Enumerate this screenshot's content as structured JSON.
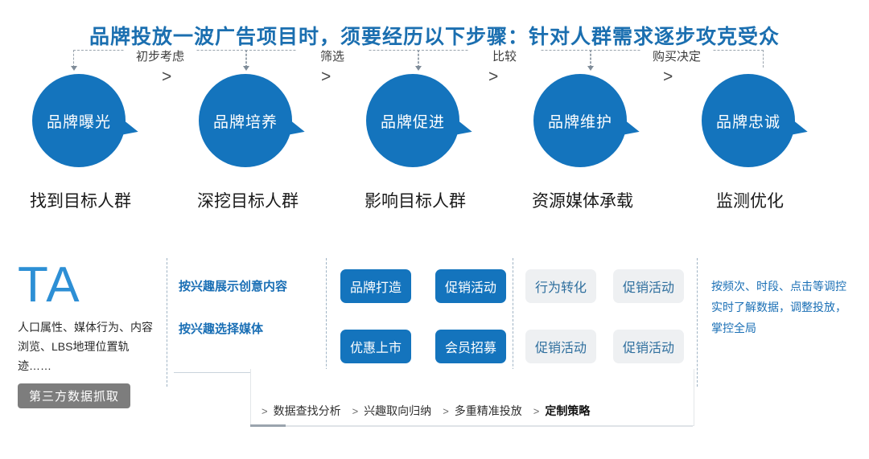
{
  "title": "品牌投放一波广告项目时，须要经历以下步骤：针对人群需求逐步攻克受众",
  "accent_blue": "#1474bd",
  "title_color": "#1b6fb0",
  "flow": {
    "connectors": [
      {
        "label": "初步考虑"
      },
      {
        "label": "筛选"
      },
      {
        "label": "比较"
      },
      {
        "label": "购买决定"
      }
    ],
    "stages": [
      {
        "bubble": "品牌曝光",
        "label": "找到目标人群"
      },
      {
        "bubble": "品牌培养",
        "label": "深挖目标人群"
      },
      {
        "bubble": "品牌促进",
        "label": "影响目标人群"
      },
      {
        "bubble": "品牌维护",
        "label": "资源媒体承载"
      },
      {
        "bubble": "品牌忠诚",
        "label": "监测优化"
      }
    ],
    "chevron": ">"
  },
  "panel": {
    "ta": {
      "logo": "TA",
      "description": "人口属性、媒体行为、内容浏览、LBS地理位置轨迹……",
      "badge": "第三方数据抓取"
    },
    "interest": {
      "line1": "按兴趣展示创意内容",
      "line2": "按兴趣选择媒体"
    },
    "blue_chips": [
      "品牌打造",
      "促销活动",
      "优惠上市",
      "会员招募"
    ],
    "gray_chips": [
      "行为转化",
      "促销活动",
      "促销活动",
      "促销活动"
    ],
    "right_note": "按频次、时段、点击等调控实时了解数据，调整投放，掌控全局",
    "nav": {
      "separator": ">",
      "items": [
        {
          "label": "数据查找分析",
          "active": false
        },
        {
          "label": "兴趣取向归纳",
          "active": false
        },
        {
          "label": "多重精准投放",
          "active": false
        },
        {
          "label": "定制策略",
          "active": true
        }
      ]
    }
  }
}
